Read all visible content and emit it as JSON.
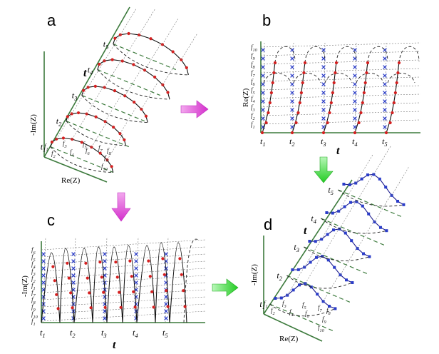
{
  "panels": {
    "a": {
      "label": "a",
      "x_axis": "Re(Z)",
      "y_axis": "-Im(Z)",
      "t_axis": "t"
    },
    "b": {
      "label": "b",
      "y_axis": "Re(Z)",
      "t_axis": "t"
    },
    "c": {
      "label": "c",
      "y_axis": "-Im(Z)",
      "t_axis": "t"
    },
    "d": {
      "label": "d",
      "x_axis": "Re(Z)",
      "y_axis": "-Im(Z)",
      "t_axis": "t"
    }
  },
  "time_labels": [
    "t1",
    "t2",
    "t3",
    "t4",
    "t5"
  ],
  "freq_labels_b": [
    "f10",
    "f9",
    "f8",
    "f7",
    "f6",
    "f5",
    "f4",
    "f3",
    "f2",
    "f1"
  ],
  "freq_labels_c": [
    "f6",
    "f5",
    "f4",
    "f3",
    "f2",
    "f1",
    "f7",
    "f8",
    "f9",
    "f10",
    "f1"
  ],
  "freq_labels_a": [
    "f1",
    "f2",
    "f3",
    "f4",
    "f5",
    "f6",
    "f7",
    "f8",
    "f9",
    "f10"
  ],
  "freq_labels_d": [
    "f1",
    "f2",
    "f3",
    "f4",
    "f5",
    "f6",
    "f7",
    "f8",
    "f9",
    "f10"
  ],
  "colors": {
    "magenta_arrow": "#e040d8",
    "green_arrow": "#40e040",
    "axis": "#3c7a3c",
    "red_point": "#d42020",
    "blue_point": "#2a3cc8"
  }
}
